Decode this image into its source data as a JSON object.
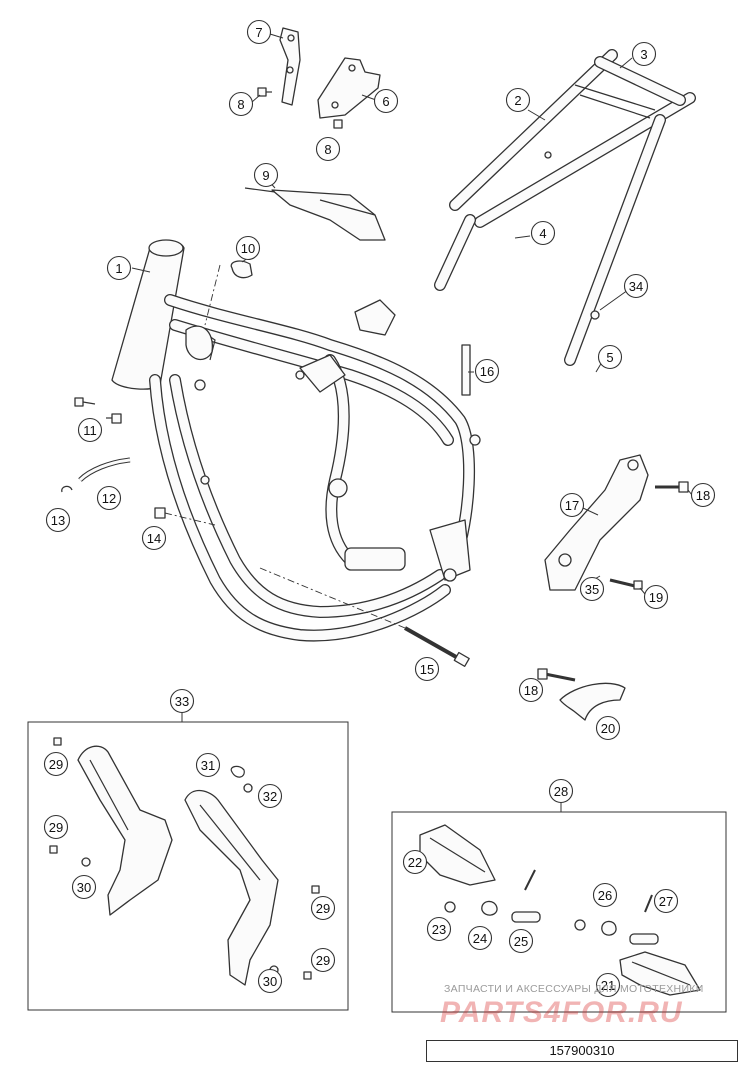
{
  "diagram": {
    "drawing_code": "157900310",
    "watermark": {
      "caption": "ЗАПЧАСТИ И АКСЕССУАРЫ ДЛЯ МОТОТЕХНИКИ",
      "logo": "PARTS4FOR.RU"
    },
    "callouts": [
      "1",
      "2",
      "3",
      "4",
      "5",
      "6",
      "7",
      "8",
      "8",
      "9",
      "10",
      "11",
      "12",
      "13",
      "14",
      "15",
      "16",
      "17",
      "18",
      "18",
      "19",
      "20",
      "21",
      "22",
      "23",
      "24",
      "25",
      "26",
      "27",
      "28",
      "29",
      "29",
      "29",
      "29",
      "30",
      "30",
      "31",
      "32",
      "33",
      "34",
      "35"
    ]
  }
}
